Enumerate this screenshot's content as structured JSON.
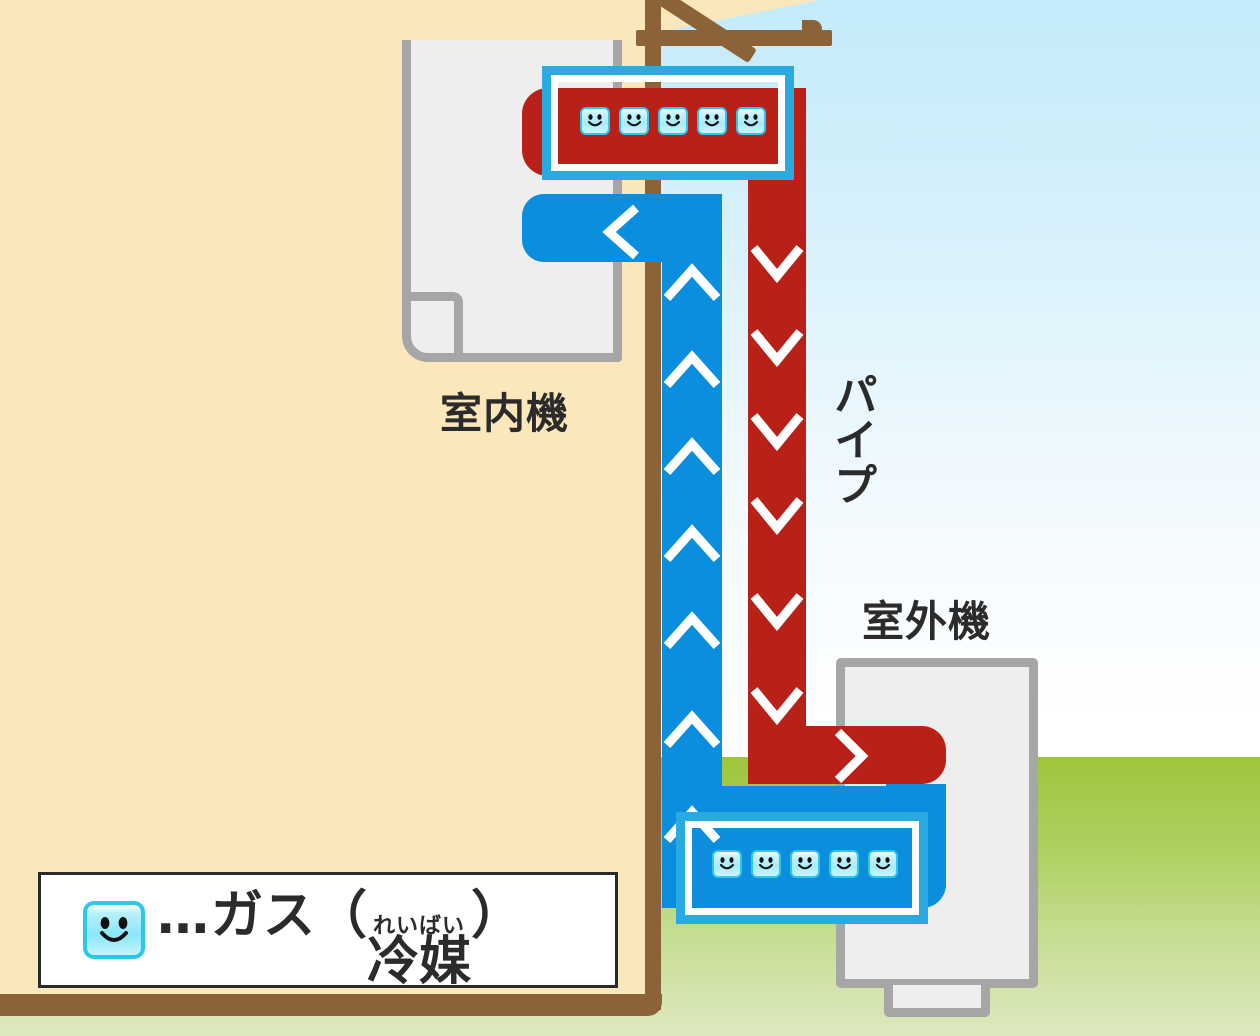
{
  "diagram": {
    "title_alt": "エアコンの仕組み（室内機・室外機・パイプ）",
    "labels": {
      "indoor_unit": "室内機",
      "outdoor_unit": "室外機",
      "pipe": "パイプ"
    }
  },
  "legend": {
    "icon": "gas-smiley-icon",
    "dots": "…",
    "text_before": "ガス（",
    "ruby_reading": "れいばい",
    "ruby_base": "冷媒",
    "text_after": "）",
    "full_text": "…ガス（冷媒）"
  },
  "gas_markers": {
    "top": {
      "count": 5,
      "pipe": "red",
      "chip_icon": "gas-smiley-icon"
    },
    "bottom": {
      "count": 5,
      "pipe": "blue",
      "chip_icon": "gas-smiley-icon"
    }
  },
  "pipes": {
    "red": {
      "name": "high-pressure-gas-pipe",
      "color": "#b92017",
      "flow_direction": "down",
      "chevron_count": 7
    },
    "blue": {
      "name": "low-pressure-gas-pipe",
      "color": "#0b8ede",
      "flow_direction": "up",
      "chevron_count": 7
    }
  },
  "colors": {
    "sky_top": "#c3ebfa",
    "sky_bottom": "#ffffff",
    "grass_top": "#9dc63c",
    "grass_bottom": "#dde9bf",
    "interior_wall": "#fae7bb",
    "wall_frame": "#8c6239",
    "unit_body": "#eeeeee",
    "unit_border": "#a6a6a6",
    "highlight": "#29abe2",
    "gas_chip": "#a6ecf9",
    "text": "#2b2b2b"
  }
}
